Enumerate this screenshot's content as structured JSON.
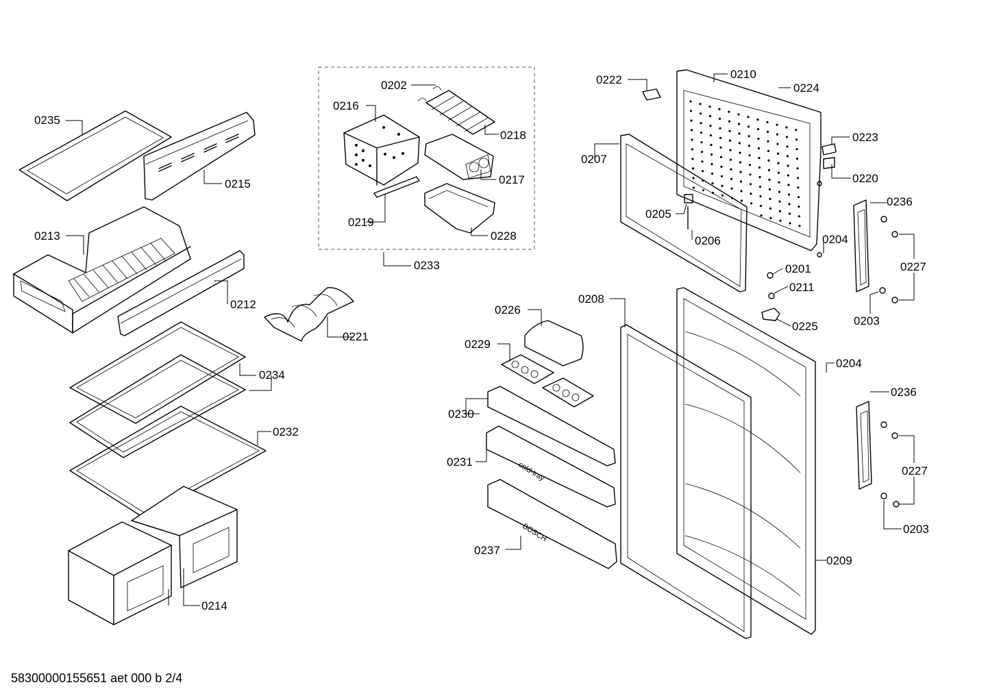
{
  "footer": "58300000155651 aet 000 b 2/4",
  "imprints": {
    "cold_tray": "cold-tray",
    "bosch": "BOSCH"
  },
  "parts": [
    {
      "id": "p0235",
      "number": "0235"
    },
    {
      "id": "p0215",
      "number": "0215"
    },
    {
      "id": "p0213",
      "number": "0213"
    },
    {
      "id": "p0212",
      "number": "0212"
    },
    {
      "id": "p0221",
      "number": "0221"
    },
    {
      "id": "p0234",
      "number": "0234"
    },
    {
      "id": "p0232",
      "number": "0232"
    },
    {
      "id": "p0214",
      "number": "0214"
    },
    {
      "id": "p0202",
      "number": "0202"
    },
    {
      "id": "p0216",
      "number": "0216"
    },
    {
      "id": "p0218",
      "number": "0218"
    },
    {
      "id": "p0217",
      "number": "0217"
    },
    {
      "id": "p0219",
      "number": "0219"
    },
    {
      "id": "p0228",
      "number": "0228"
    },
    {
      "id": "p0233",
      "number": "0233"
    },
    {
      "id": "p0222",
      "number": "0222"
    },
    {
      "id": "p0210",
      "number": "0210"
    },
    {
      "id": "p0224",
      "number": "0224"
    },
    {
      "id": "p0207",
      "number": "0207"
    },
    {
      "id": "p0223",
      "number": "0223"
    },
    {
      "id": "p0220",
      "number": "0220"
    },
    {
      "id": "p0205",
      "number": "0205"
    },
    {
      "id": "p0206",
      "number": "0206"
    },
    {
      "id": "p0236a",
      "number": "0236"
    },
    {
      "id": "p0204a",
      "number": "0204"
    },
    {
      "id": "p0227a",
      "number": "0227"
    },
    {
      "id": "p0201",
      "number": "0201"
    },
    {
      "id": "p0211",
      "number": "0211"
    },
    {
      "id": "p0203a",
      "number": "0203"
    },
    {
      "id": "p0225",
      "number": "0225"
    },
    {
      "id": "p0208",
      "number": "0208"
    },
    {
      "id": "p0226",
      "number": "0226"
    },
    {
      "id": "p0229",
      "number": "0229"
    },
    {
      "id": "p0204b",
      "number": "0204"
    },
    {
      "id": "p0236b",
      "number": "0236"
    },
    {
      "id": "p0230",
      "number": "0230"
    },
    {
      "id": "p0231",
      "number": "0231"
    },
    {
      "id": "p0227b",
      "number": "0227"
    },
    {
      "id": "p0237",
      "number": "0237"
    },
    {
      "id": "p0203b",
      "number": "0203"
    },
    {
      "id": "p0209",
      "number": "0209"
    }
  ]
}
